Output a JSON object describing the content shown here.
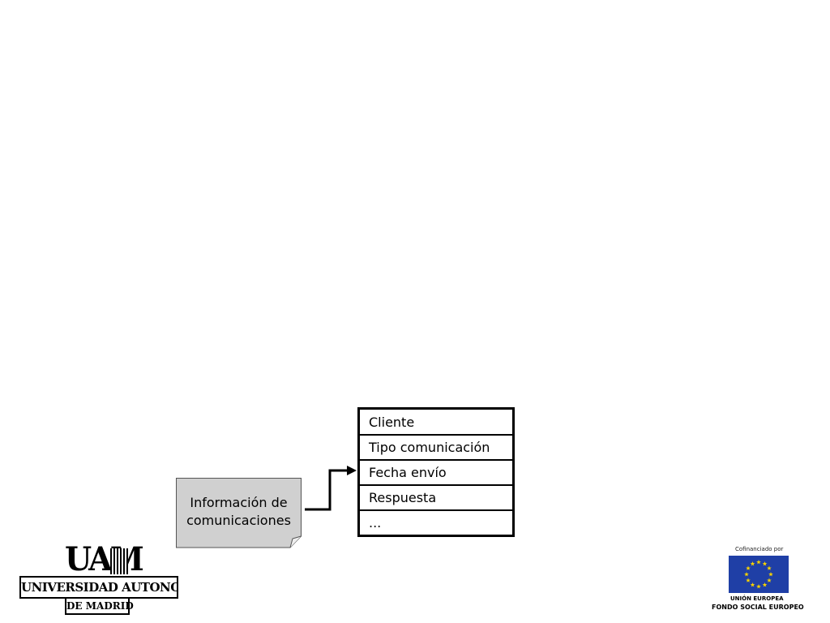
{
  "document": {
    "label_line1": "Información de",
    "label_line2": "comunicaciones"
  },
  "record": {
    "fields": [
      "Cliente",
      "Tipo comunicación",
      "Fecha envío",
      "Respuesta",
      "..."
    ]
  },
  "logos": {
    "uam": {
      "letters": "UAM",
      "name": "UNIVERSIDAD AUTONOMA",
      "city": "DE MADRID"
    },
    "eu": {
      "cofinanced": "Cofinanciado por",
      "union": "UNIÓN EUROPEA",
      "fund": "FONDO SOCIAL EUROPEO",
      "flag_color": "#1f3fa6",
      "star_color": "#f5d000"
    }
  }
}
